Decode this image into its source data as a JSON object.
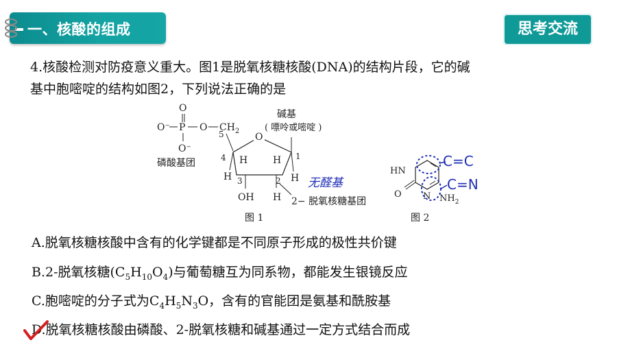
{
  "header": {
    "section_title": "一、核酸的组成",
    "badge": "思考交流"
  },
  "question": {
    "line1": "4.核酸检测对防疫意义重大。图1是脱氧核糖核酸(DNA)的结构片段，它的碱",
    "line2": "基中胞嘧啶的结构如图2，下列说法正确的是"
  },
  "figure1": {
    "o_top": "O",
    "o_minus_left": "O⁻",
    "p": "P",
    "o_mid": "O",
    "ch2": "CH",
    "ch2_sub": "2",
    "o_minus_bottom": "O⁻",
    "phosphate_label": "磷酸基团",
    "base_label": "碱基",
    "base_note": "( 嘌呤或嘧啶 )",
    "ring_o": "O",
    "n5": "5",
    "n4": "4",
    "n3": "3",
    "n2": "2",
    "n1": "1",
    "h_a": "H",
    "h_b": "H",
    "h_c": "H",
    "h_d": "H",
    "h_e": "H",
    "oh": "OH",
    "sugar_label": "2− 脱氧核糖基团",
    "annotation": "无醛基",
    "caption": "图 1"
  },
  "figure2": {
    "hn": "HN",
    "o": "O",
    "n": "N",
    "nh2": "NH",
    "nh2_sub": "2",
    "note_cc": "C=C",
    "note_cn": "C=N",
    "caption": "图 2"
  },
  "options": {
    "a": "A.脱氧核糖核酸中含有的化学键都是不同原子形成的极性共价键",
    "b_pre": "B.2-脱氧核糖(C",
    "b_s1": "5",
    "b_h": "H",
    "b_s2": "10",
    "b_o": "O",
    "b_s3": "4",
    "b_post": ")与葡萄糖互为同系物，都能发生银镜反应",
    "c_pre": "C.胞嘧啶的分子式为C",
    "c_s1": "4",
    "c_h": "H",
    "c_s2": "5",
    "c_n": "N",
    "c_s3": "3",
    "c_post": "O，含有的官能团是氨基和酰胺基",
    "d": "D.脱氧核糖核酸由磷酸、2-脱氧核糖和碱基通过一定方式结合而成"
  },
  "colors": {
    "teal": "#0f9a97",
    "annotation_blue": "#1f2fb5",
    "check_red": "#d42020"
  }
}
